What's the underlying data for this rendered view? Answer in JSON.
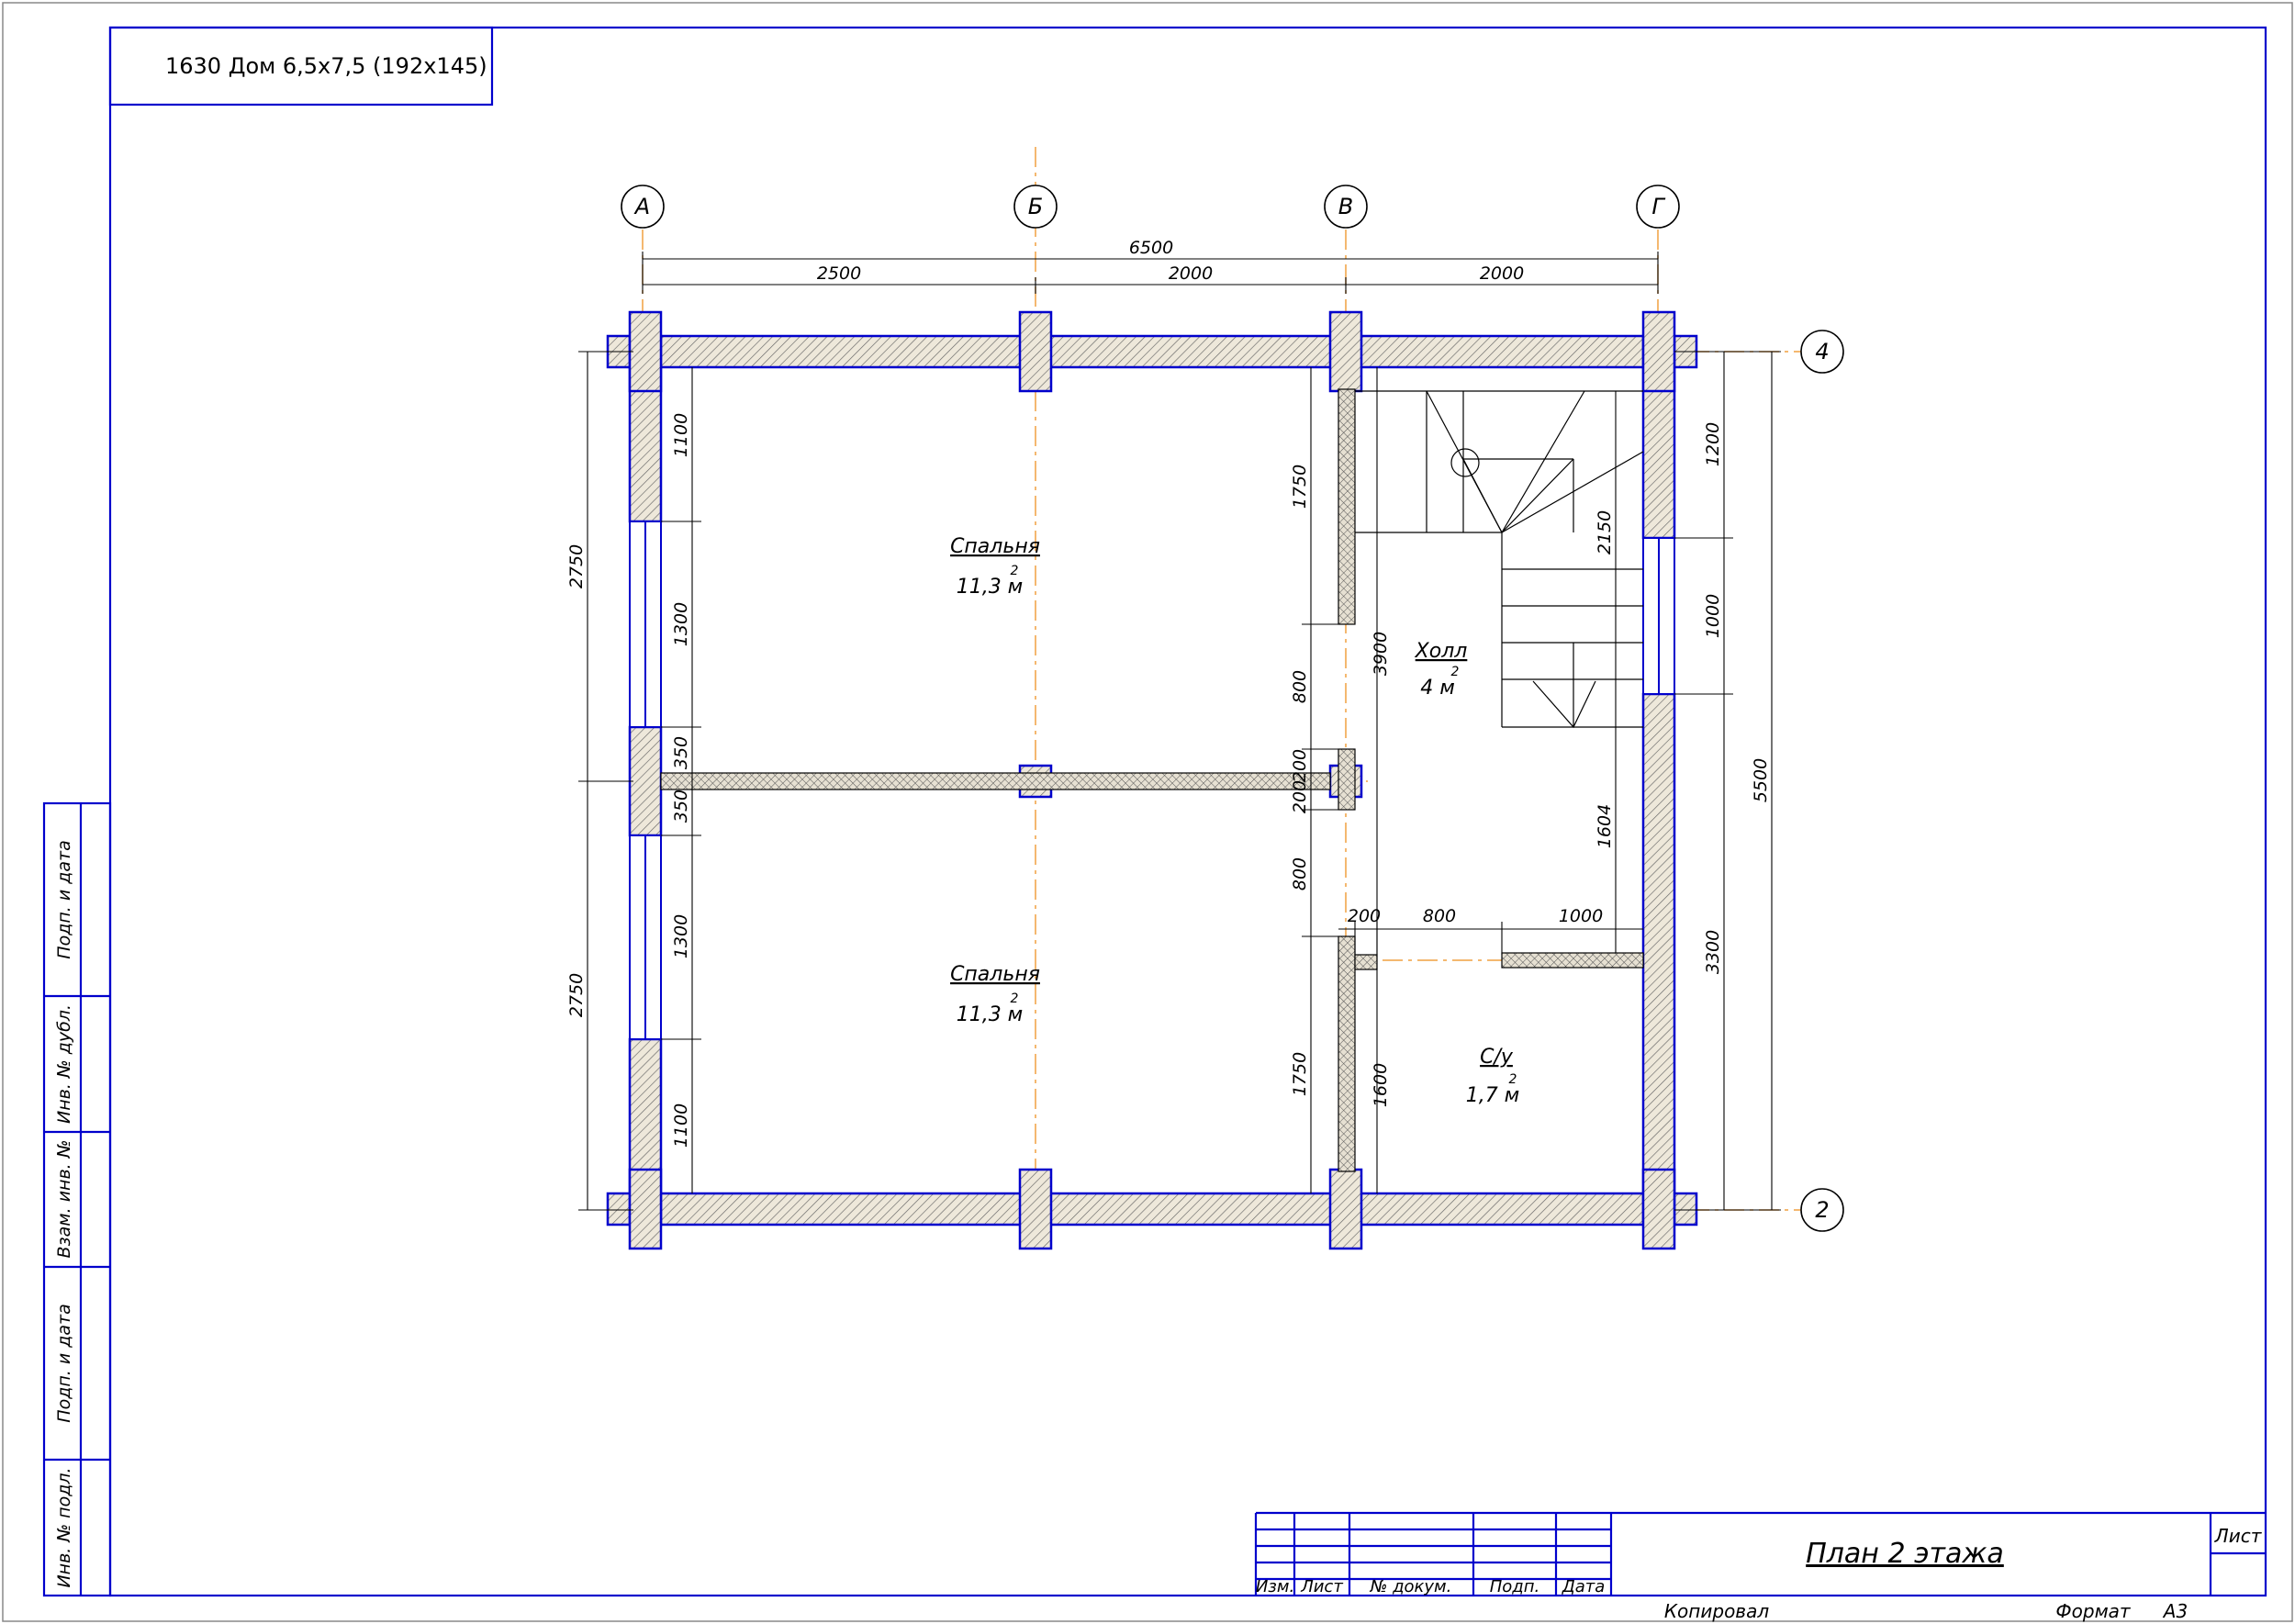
{
  "sheet": {
    "project_title": "1630 Дом 6,5х7,5 (192х145)",
    "drawing_title": "План 2 этажа",
    "copied_label": "Копировал",
    "format_label": "Формат",
    "format_value": "А3",
    "sheet_label": "Лист"
  },
  "side_stamp": [
    "Подп. и дата",
    "Инв. № дубл.",
    "Взам. инв. №",
    "Подп. и дата",
    "Инв. № подл."
  ],
  "title_block": [
    "Изм.",
    "Лист",
    "№ докум.",
    "Подп.",
    "Дата"
  ],
  "axes": {
    "columns": [
      "А",
      "Б",
      "В",
      "Г"
    ],
    "rows": [
      "4",
      "2"
    ]
  },
  "dimensions": {
    "top_total": "6500",
    "top_spans": [
      "2500",
      "2000",
      "2000"
    ],
    "left_outer": [
      "2750",
      "2750"
    ],
    "left_inner": [
      "1100",
      "1300",
      "350",
      "350",
      "1300",
      "1100"
    ],
    "mid_left": [
      "1750",
      "800",
      "200",
      "200",
      "800",
      "1750"
    ],
    "mid_right": [
      "3900",
      "1600"
    ],
    "hall_inner": [
      "2150",
      "1604"
    ],
    "bath_top": [
      "200",
      "800",
      "1000"
    ],
    "right_inner": [
      "1200",
      "1000",
      "3300"
    ],
    "right_total": "5500"
  },
  "rooms": [
    {
      "name": "Спальня",
      "area": "11,3 м",
      "sup": "2"
    },
    {
      "name": "Спальня",
      "area": "11,3 м",
      "sup": "2"
    },
    {
      "name": "Холл",
      "area": "4 м",
      "sup": "2"
    },
    {
      "name": "С/у",
      "area": "1,7 м",
      "sup": "2"
    }
  ],
  "colors": {
    "frame": "#0000cc",
    "wall_fill": "#e9e4d8",
    "axis_line": "#f0a040",
    "ink": "#000000"
  }
}
